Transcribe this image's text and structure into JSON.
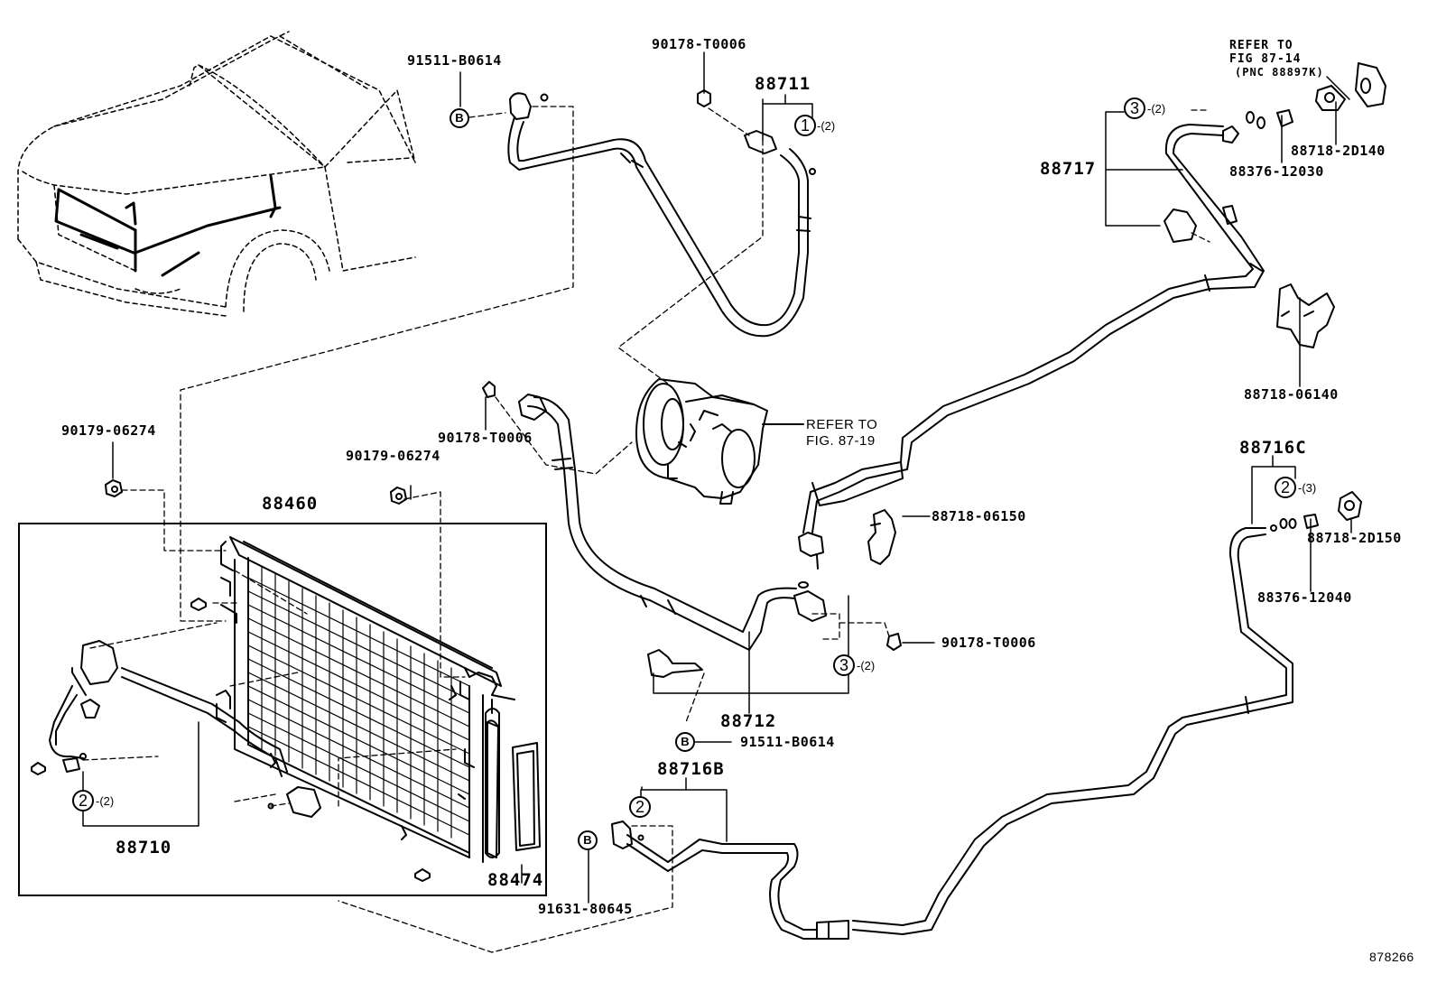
{
  "labels": {
    "p91511_b0614_top": "91511-B0614",
    "p90178_t0006_top": "90178-T0006",
    "p88711": "88711",
    "refer_fig_87_14_l1": "REFER TO",
    "refer_fig_87_14_l2": "FIG 87-14",
    "refer_fig_87_14_l3": "(PNC 88897K)",
    "p88718_2d140": "88718-2D140",
    "p88376_12030": "88376-12030",
    "p88717": "88717",
    "p88718_06140": "88718-06140",
    "p90179_06274_left": "90179-06274",
    "p90178_t0006_mid": "90178-T0006",
    "p90179_06274_mid": "90179-06274",
    "refer_fig_87_19_l1": "REFER TO",
    "refer_fig_87_19_l2": "FIG. 87-19",
    "p88460": "88460",
    "p88716c": "88716C",
    "p88718_06150": "88718-06150",
    "p88718_2d150": "88718-2D150",
    "p88376_12040": "88376-12040",
    "p90178_t0006_right": "90178-T0006",
    "p88712": "88712",
    "p91511_b0614_bottom": "91511-B0614",
    "p88716b": "88716B",
    "p88710": "88710",
    "p88474": "88474",
    "p91631_80645": "91631-80645",
    "figure_number": "878266"
  },
  "callouts": {
    "c1": "1",
    "c1_qty": "-(2)",
    "c3_top": "3",
    "c3_top_qty": "-(2)",
    "c2_right": "2",
    "c2_right_qty": "-(3)",
    "c3_mid": "3",
    "c3_mid_qty": "-(2)",
    "c2_left": "2",
    "c2_left_qty": "-(2)",
    "c2_bottom": "2",
    "b": "B"
  }
}
